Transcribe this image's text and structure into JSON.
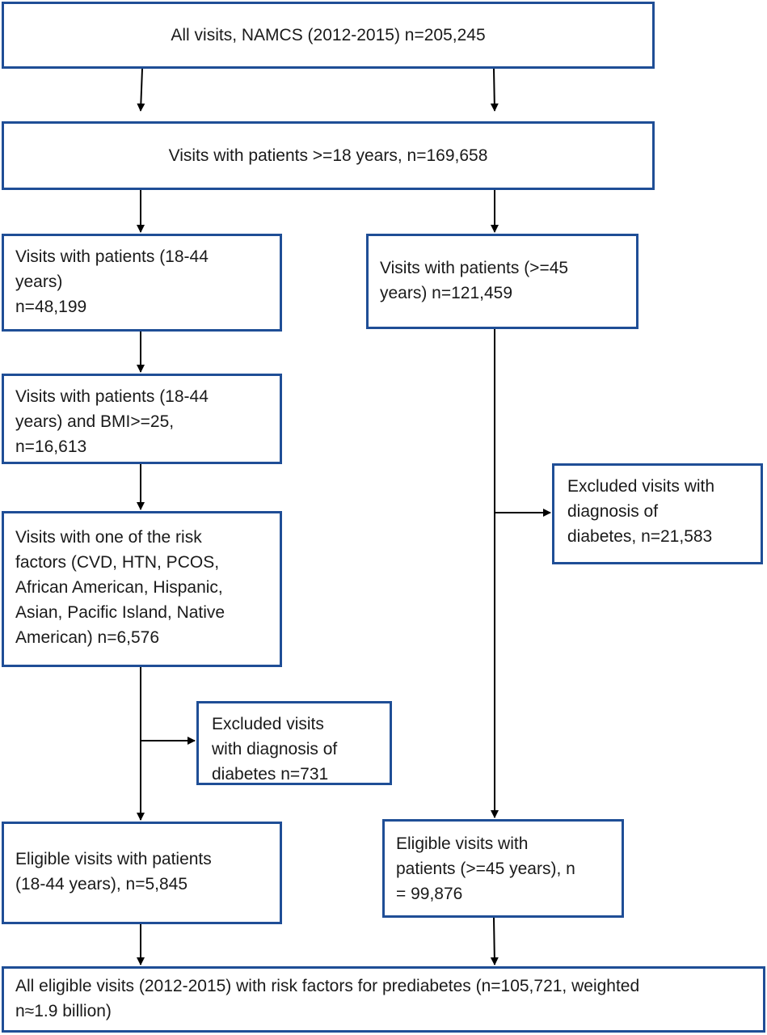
{
  "colors": {
    "box_border": "#1f4e96",
    "arrow": "#000000"
  },
  "nodes": {
    "all_visits": "All visits, NAMCS (2012-2015) n=205,245",
    "adults": "Visits with patients >=18 years, n=169,658",
    "age_18_44": "Visits with patients (18-44\nyears)\nn=48,199",
    "age_45_plus": "Visits with patients (>=45\nyears) n=121,459",
    "bmi": "Visits with patients (18-44\nyears) and BMI>=25,\nn=16,613",
    "excluded_45": "Excluded visits with\ndiagnosis of\ndiabetes, n=21,583",
    "risk_factors": "Visits with one of the risk\nfactors (CVD, HTN, PCOS,\nAfrican American, Hispanic,\nAsian, Pacific Island, Native\nAmerican) n=6,576",
    "excluded_18_44": "Excluded visits\nwith diagnosis of\ndiabetes n=731",
    "eligible_18_44": "Eligible visits with patients\n(18-44 years), n=5,845",
    "eligible_45": "Eligible visits with\npatients (>=45 years), n\n= 99,876",
    "all_eligible": "All eligible visits (2012-2015) with risk factors for prediabetes (n=105,721, weighted\nn≈1.9 billion)"
  }
}
